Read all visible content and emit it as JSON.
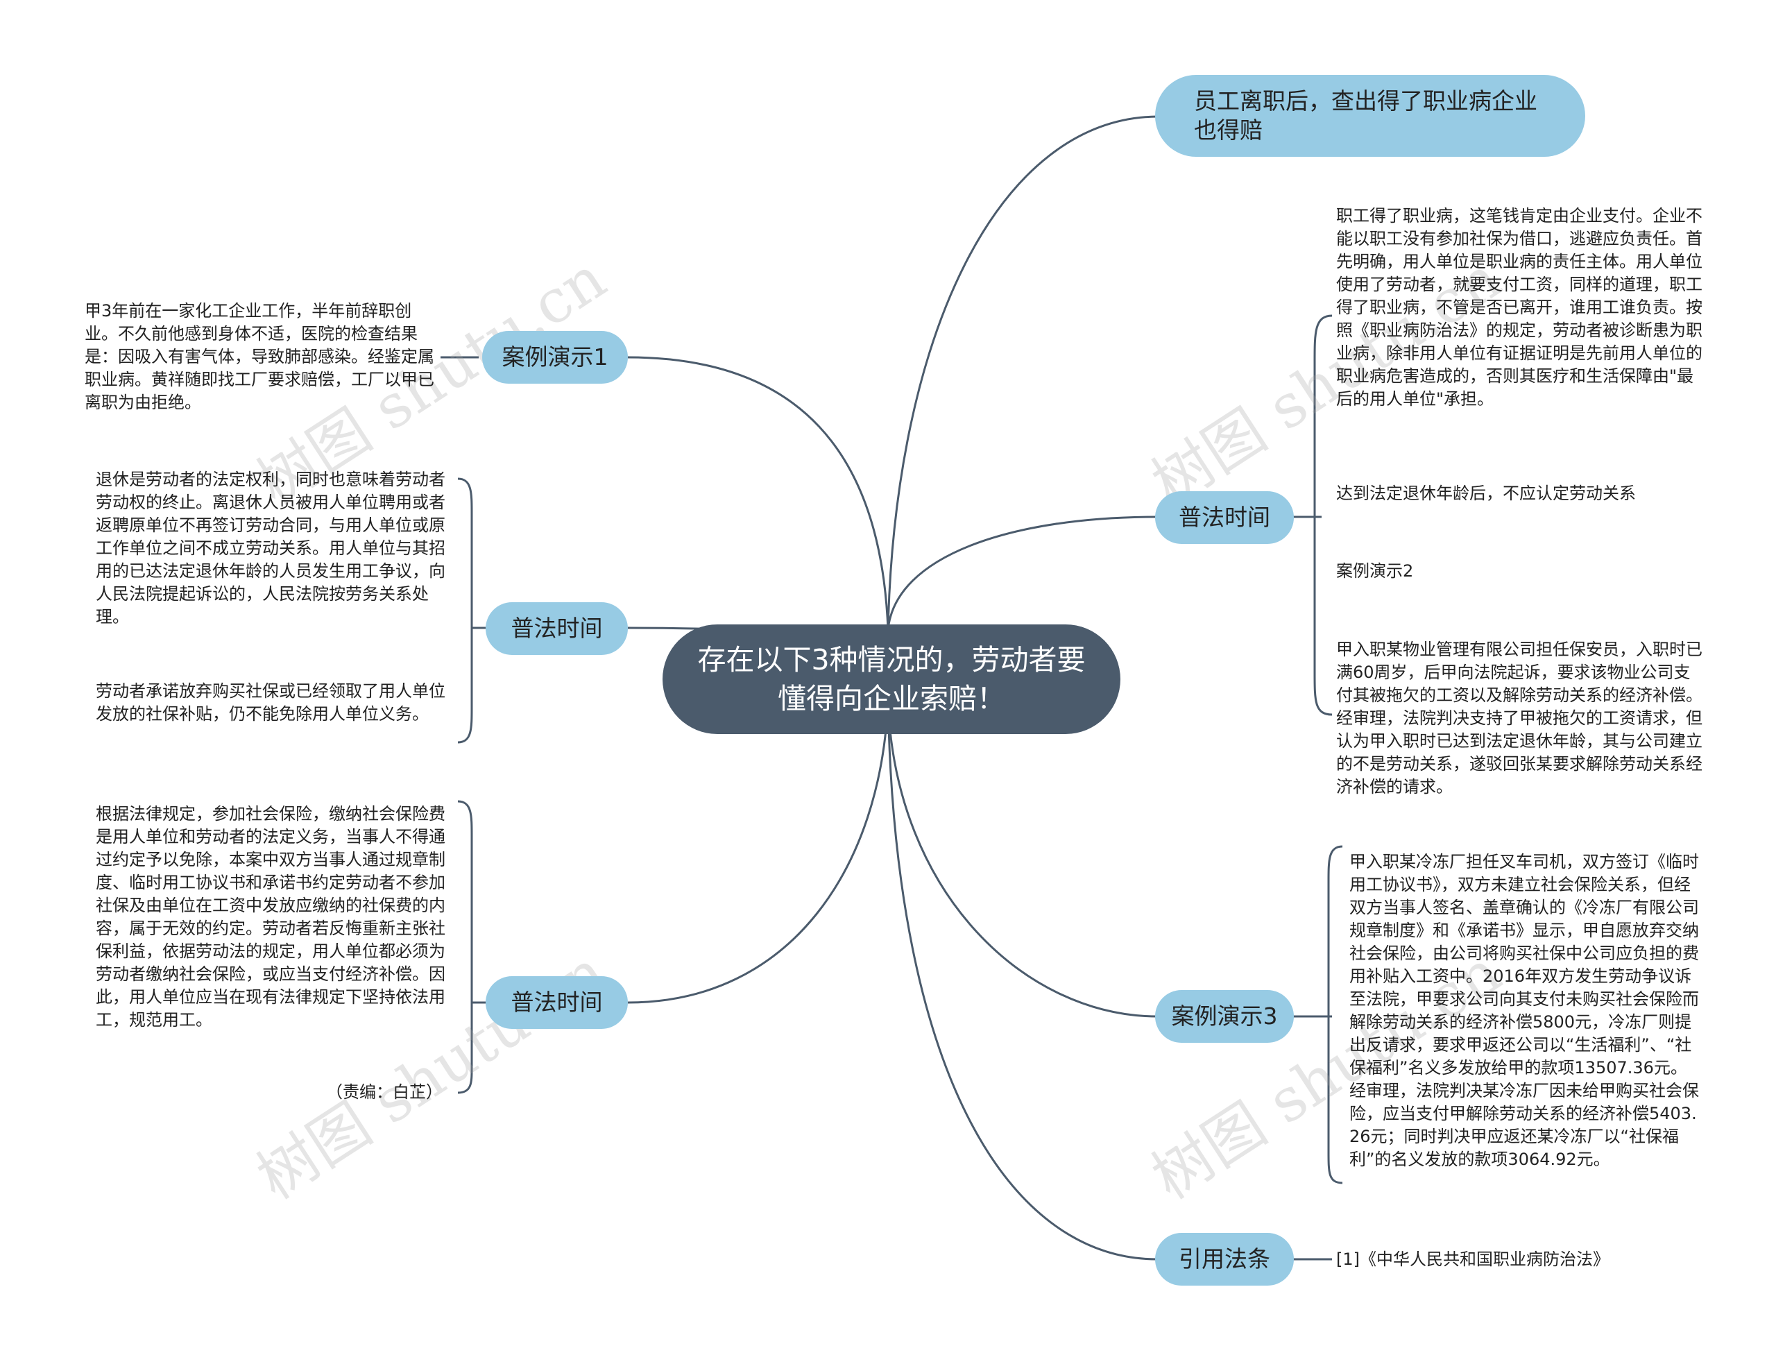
{
  "center": "存在以下3种情况的，劳动者要懂得向企业索赔！",
  "right": {
    "top_branch": "员工离职后，查出得了职业病企业也得赔",
    "law_time": {
      "label": "普法时间",
      "leaf1": "职工得了职业病，这笔钱肯定由企业支付。企业不能以职工没有参加社保为借口，逃避应负责任。首先明确，用人单位是职业病的责任主体。用人单位使用了劳动者，就要支付工资，同样的道理，职工得了职业病，不管是否已离开，谁用工谁负责。按照《职业病防治法》的规定，劳动者被诊断患为职业病，除非用人单位有证据证明是先前用人单位的职业病危害造成的，否则其医疗和生活保障由\"最后的用人单位\"承担。",
      "leaf2": "达到法定退休年龄后，不应认定劳动关系",
      "leaf3": "案例演示2",
      "leaf4": "甲入职某物业管理有限公司担任保安员，入职时已满60周岁，后甲向法院起诉，要求该物业公司支付其被拖欠的工资以及解除劳动关系的经济补偿。经审理，法院判决支持了甲被拖欠的工资请求，但认为甲入职时已达到法定退休年龄，其与公司建立的不是劳动关系，遂驳回张某要求解除劳动关系经济补偿的请求。"
    },
    "case3": {
      "label": "案例演示3",
      "leaf": "甲入职某冷冻厂担任叉车司机，双方签订《临时用工协议书》，双方未建立社会保险关系，但经双方当事人签名、盖章确认的《冷冻厂有限公司规章制度》和《承诺书》显示，甲自愿放弃交纳社会保险，由公司将购买社保中公司应负担的费用补贴入工资中。2016年双方发生劳动争议诉至法院，甲要求公司向其支付未购买社会保险而解除劳动关系的经济补偿5800元，冷冻厂则提出反请求，要求甲返还公司以“生活福利”、“社保福利”名义多发放给甲的款项13507.36元。经审理，法院判决某冷冻厂因未给甲购买社会保险，应当支付甲解除劳动关系的经济补偿5403.26元；同时判决甲应返还某冷冻厂以“社保福利”的名义发放的款项3064.92元。"
    },
    "citation": {
      "label": "引用法条",
      "leaf": "[1]《中华人民共和国职业病防治法》"
    }
  },
  "left": {
    "case1": {
      "label": "案例演示1",
      "leaf": "甲3年前在一家化工企业工作，半年前辞职创业。不久前他感到身体不适，医院的检查结果是：因吸入有害气体，导致肺部感染。经鉴定属职业病。黄祥随即找工厂要求赔偿，工厂以甲已离职为由拒绝。"
    },
    "law_time_1": {
      "label": "普法时间",
      "leaf1": "退休是劳动者的法定权利，同时也意味着劳动者劳动权的终止。离退休人员被用人单位聘用或者返聘原单位不再签订劳动合同，与用人单位或原工作单位之间不成立劳动关系。用人单位与其招用的已达法定退休年龄的人员发生用工争议，向人民法院提起诉讼的，人民法院按劳务关系处理。",
      "leaf2": "劳动者承诺放弃购买社保或已经领取了用人单位发放的社保补贴，仍不能免除用人单位义务。"
    },
    "law_time_2": {
      "label": "普法时间",
      "leaf1": "根据法律规定，参加社会保险，缴纳社会保险费是用人单位和劳动者的法定义务，当事人不得通过约定予以免除，本案中双方当事人通过规章制度、临时用工协议书和承诺书约定劳动者不参加社保及由单位在工资中发放应缴纳的社保费的内容，属于无效的约定。劳动者若反悔重新主张社保利益，依据劳动法的规定，用人单位都必须为劳动者缴纳社会保险，或应当支付经济补偿。因此，用人单位应当在现有法律规定下坚持依法用工，规范用工。",
      "leaf2": "（责编：白芷）"
    }
  },
  "watermarks": [
    "树图 shutu.cn",
    "树图 shutu.cn",
    "树图 shutu.cn",
    "树图 shutu.cn"
  ],
  "colors": {
    "center_bg": "#4b5b6c",
    "branch_bg": "#97cbe4",
    "line": "#4b5b6c"
  }
}
